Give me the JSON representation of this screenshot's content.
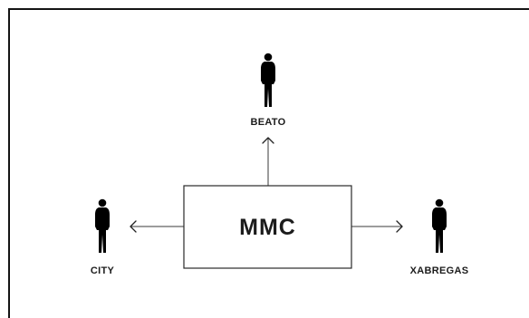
{
  "diagram": {
    "center": {
      "label": "MMC"
    },
    "nodes": {
      "top": {
        "label": "BEATO",
        "icon": "person-icon"
      },
      "left": {
        "label": "CITY",
        "icon": "person-icon"
      },
      "right": {
        "label": "XABREGAS",
        "icon": "person-icon"
      }
    },
    "edges": [
      {
        "from": "MMC",
        "to": "BEATO"
      },
      {
        "from": "MMC",
        "to": "CITY"
      },
      {
        "from": "MMC",
        "to": "XABREGAS"
      }
    ],
    "colors": {
      "ink": "#1e1e1e",
      "background": "#ffffff"
    }
  }
}
